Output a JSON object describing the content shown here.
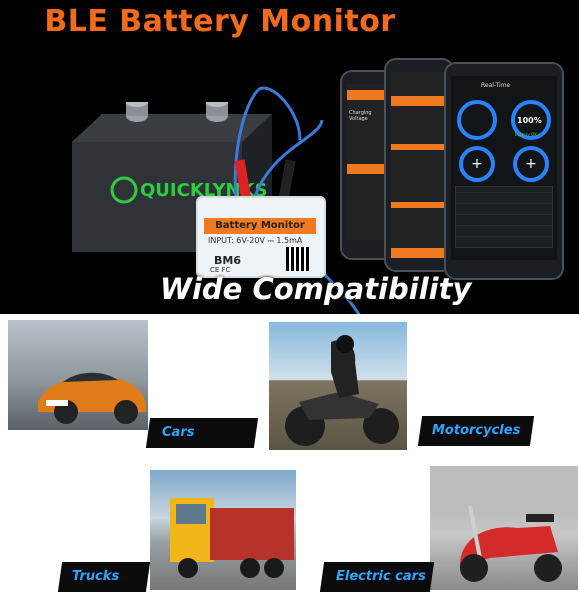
{
  "banner": {
    "title": "BLE Battery Monitor",
    "subtitle": "Wide Compatibility",
    "title_color": "#f26b1d",
    "brand_text": "QUICKLYNKS"
  },
  "device": {
    "label": "Battery Monitor",
    "input": "INPUT: 6V-20V ⎓ 1.5mA",
    "model": "BM6",
    "cert": "CE FC"
  },
  "phones": {
    "left_header": "Charging Voltage",
    "right_title": "Real-Time",
    "right_percent": "100%",
    "right_status": "Battery OK"
  },
  "categories": [
    {
      "label": "Cars"
    },
    {
      "label": "Motorcycles"
    },
    {
      "label": "Trucks"
    },
    {
      "label": "Electric cars"
    }
  ],
  "colors": {
    "accent": "#f07a22",
    "label_blue": "#2ea6ff",
    "battery_text": "#2ecc40"
  }
}
